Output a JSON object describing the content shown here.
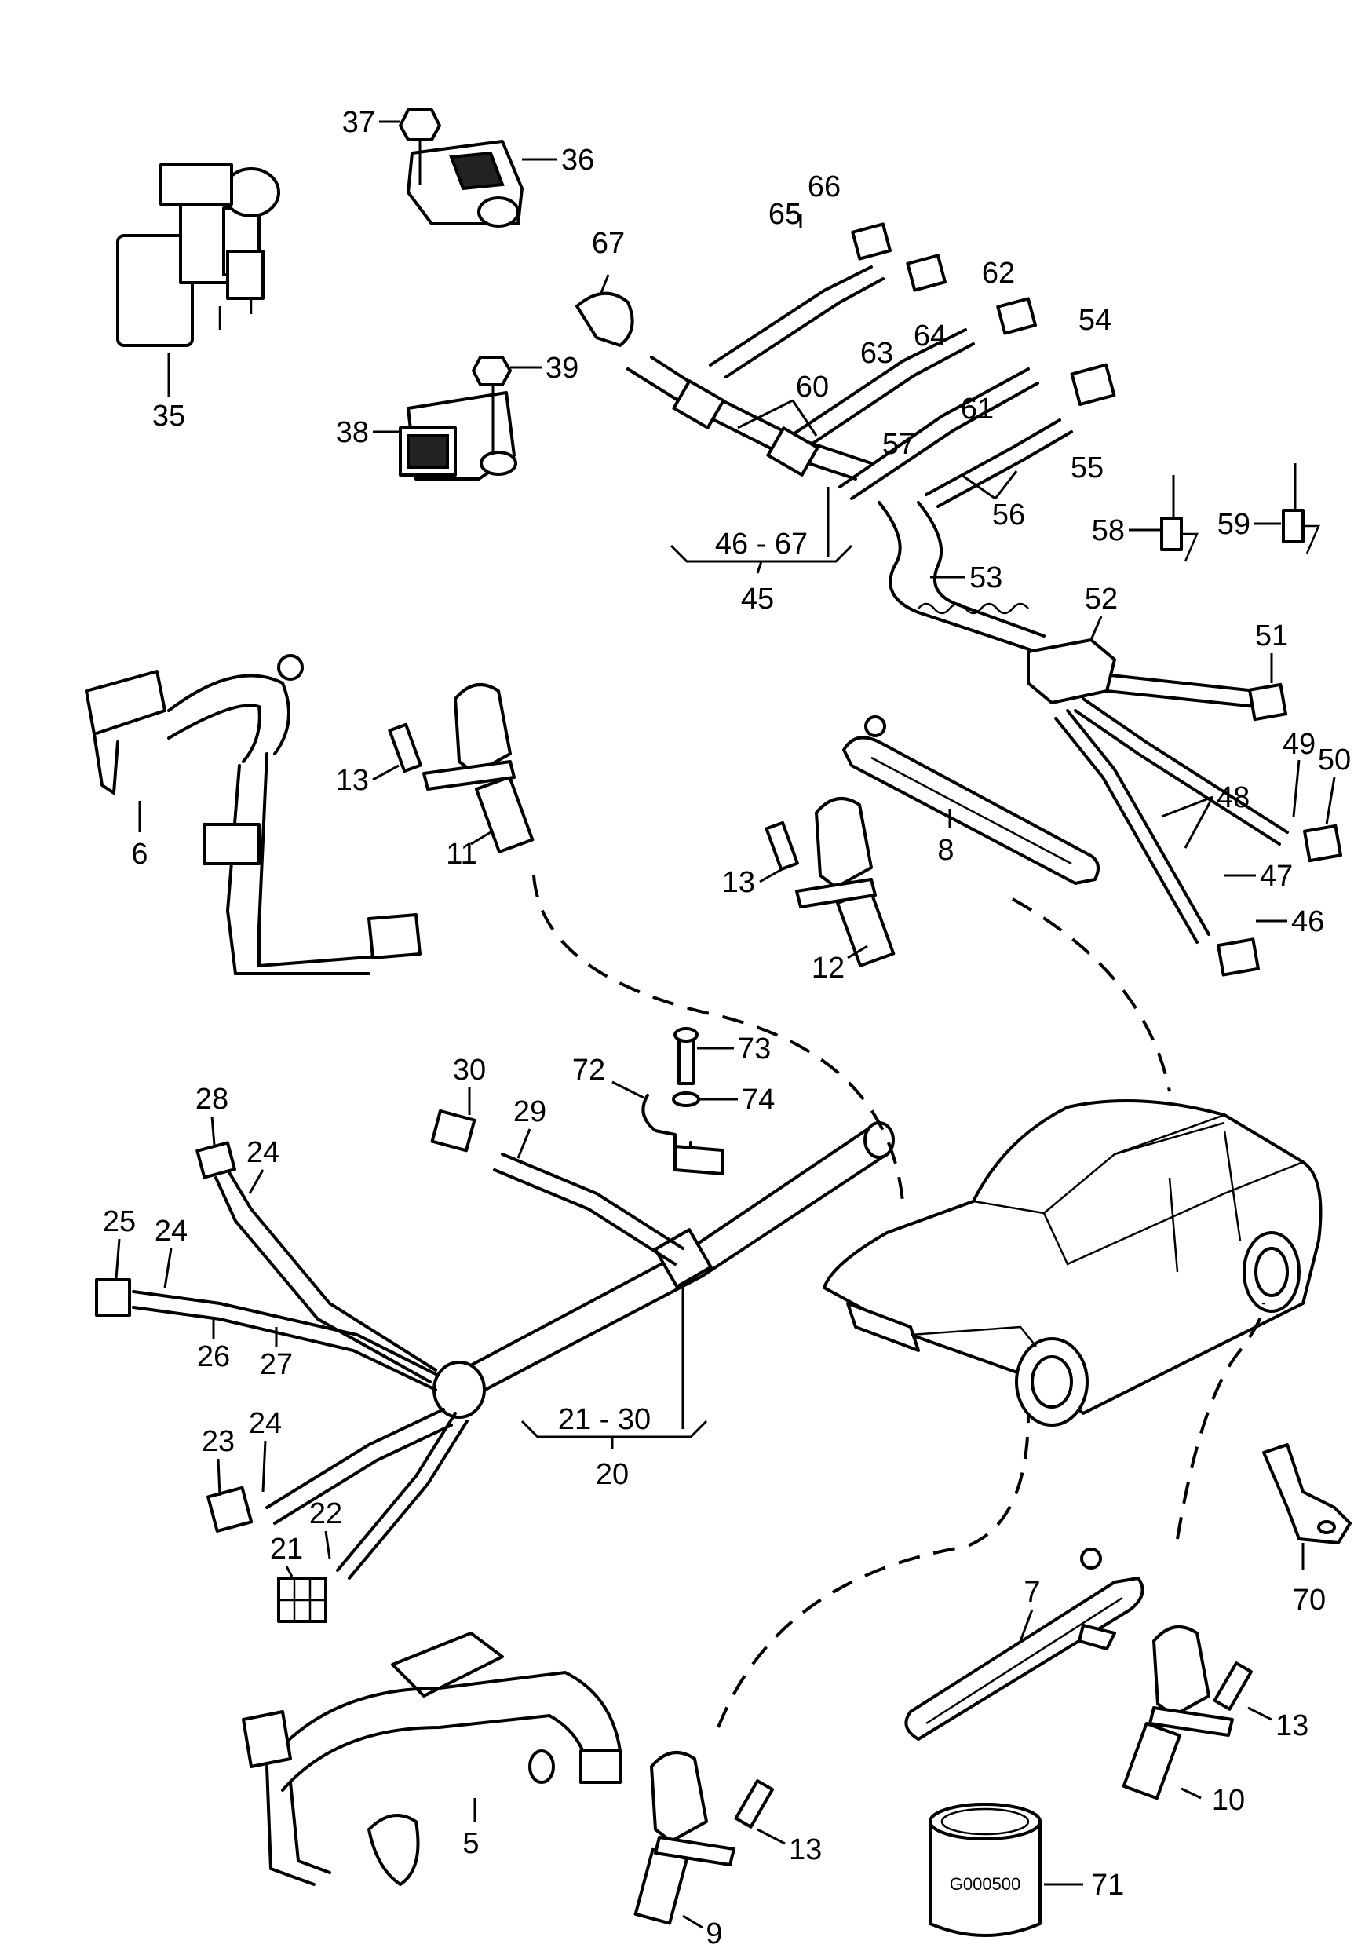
{
  "callouts": {
    "c5": "5",
    "c6": "6",
    "c7": "7",
    "c8": "8",
    "c9": "9",
    "c10": "10",
    "c11": "11",
    "c12": "12",
    "c13a": "13",
    "c13b": "13",
    "c13c": "13",
    "c13d": "13",
    "c20": "20",
    "c21": "21",
    "c21_30": "21 - 30",
    "c22": "22",
    "c23": "23",
    "c24a": "24",
    "c24b": "24",
    "c24c": "24",
    "c25": "25",
    "c26": "26",
    "c27": "27",
    "c28": "28",
    "c29": "29",
    "c30": "30",
    "c35": "35",
    "c36": "36",
    "c37": "37",
    "c38": "38",
    "c39": "39",
    "c45": "45",
    "c46": "46",
    "c46_67": "46 - 67",
    "c47": "47",
    "c48": "48",
    "c49": "49",
    "c50": "50",
    "c51": "51",
    "c52": "52",
    "c53": "53",
    "c54": "54",
    "c55": "55",
    "c56": "56",
    "c57": "57",
    "c58": "58",
    "c59": "59",
    "c60": "60",
    "c61": "61",
    "c62": "62",
    "c63": "63",
    "c64": "64",
    "c65": "65",
    "c66": "66",
    "c67": "67",
    "c70": "70",
    "c71": "71",
    "c72": "72",
    "c73": "73",
    "c74": "74"
  },
  "grease_can_label": "G000500"
}
